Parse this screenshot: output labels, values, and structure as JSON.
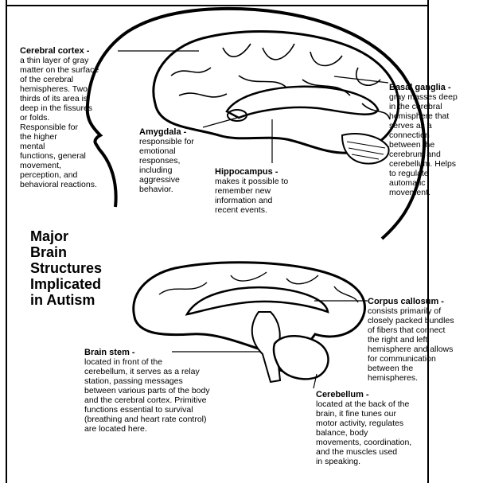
{
  "title": "Major\nBrain\nStructures\nImplicated\nin Autism",
  "labels": {
    "cerebral_cortex": {
      "head": "Cerebral cortex -",
      "body": "a thin layer of gray\nmatter on the surface\nof the cerebral\nhemispheres. Two-\nthirds of its area is\ndeep in the fissures\nor folds.\nResponsible for\nthe higher\nmental\nfunctions, general\nmovement,\nperception, and\nbehavioral reactions."
    },
    "amygdala": {
      "head": "Amygdala -",
      "body": "responsible for\nemotional\nresponses,\nincluding\naggressive\nbehavior."
    },
    "hippocampus": {
      "head": "Hippocampus -",
      "body": "makes it possible to\nremember new\ninformation and\nrecent events."
    },
    "basal_ganglia": {
      "head": "Basal ganglia -",
      "body": "gray masses deep\nin the cerebral\nhemisphere that\nserves as a\nconnection\nbetween the\ncerebrum and\ncerebellum. Helps\nto regulate\nautomatic\nmovement."
    },
    "corpus_callosum": {
      "head": "Corpus callosum -",
      "body": "consists primarily of\nclosely packed bundles\nof fibers that connect\nthe right and left\nhemisphere and allows\nfor communication\nbetween the\nhemispheres."
    },
    "brain_stem": {
      "head": "Brain stem -",
      "body": "located in front of the\ncerebellum, it serves as a relay\nstation, passing messages\nbetween various parts of the body\nand the cerebral cortex. Primitive\nfunctions essential to survival\n(breathing and heart rate control)\nare located here."
    },
    "cerebellum": {
      "head": "Cerebellum -",
      "body": "located at the back of the\nbrain, it fine tunes our\nmotor activity, regulates\nbalance, body\nmovements, coordination,\nand the muscles used\nin speaking."
    }
  }
}
